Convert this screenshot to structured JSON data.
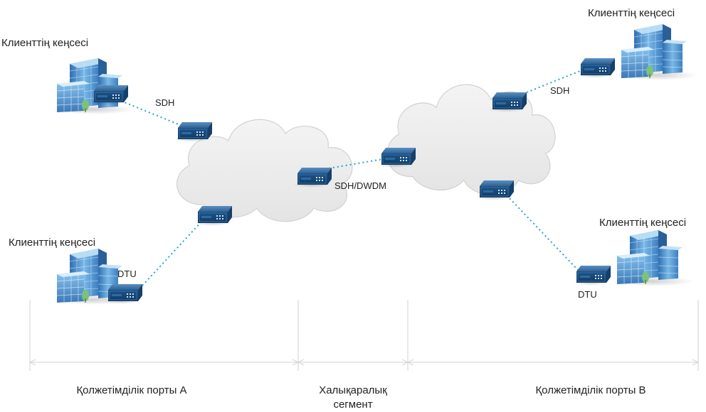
{
  "offices": {
    "top_left": "Клиенттің кеңсесі",
    "bottom_left": "Клиенттің кеңсесі",
    "top_right": "Клиенттің кеңсесі",
    "bottom_right": "Клиенттің кеңсесі"
  },
  "links": {
    "sdh_left": "SDH",
    "dtu_left": "DTU",
    "sdh_dwdm": "SDH/DWDM",
    "sdh_right": "SDH",
    "dtu_right": "DTU"
  },
  "segments": {
    "access_a": "Қолжетімділік порты А",
    "international_line1": "Халықаралық",
    "international_line2": "сегмент",
    "access_b": "Қолжетімділік порты B"
  },
  "colors": {
    "link_dotted": "#2aa3c8",
    "cloud_fill": "#ececec",
    "cloud_stroke": "#d2d2d2",
    "device_blue": "#1f5a8c",
    "building_blue": "#5aa0d8"
  }
}
